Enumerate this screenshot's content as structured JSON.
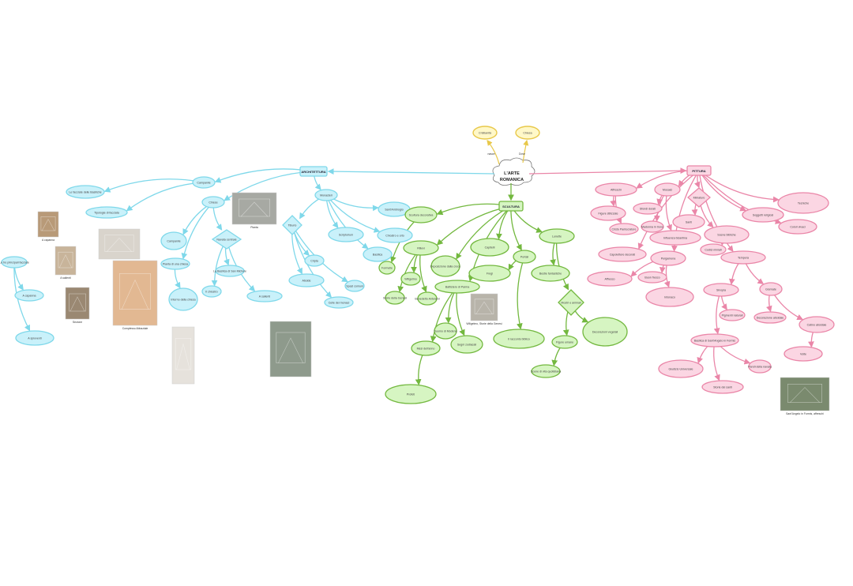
{
  "title_lines": [
    "L'ARTE",
    "ROMANICA"
  ],
  "yellow": {
    "left": {
      "label": "Cristianità",
      "edge": "nasce"
    },
    "right": {
      "label": "Chiesa",
      "edge": "Dove"
    }
  },
  "architecture": {
    "hub": "ARCHITETTURA",
    "nodes": [
      "Campanile",
      "Chiese",
      "Monasteri",
      "Le facciate delle Basiliche",
      "Tipologie di facciata",
      "Le tre principali facciate",
      "Campanile",
      "Pianta di una chiesa",
      "Navata centrale",
      "La Basilica di San Michele",
      "Il chiostro",
      "A salienti",
      "A capanna",
      "A spioventi",
      "Interno della chiesa",
      "Tiburio",
      "Cripta",
      "Abside",
      "Spazi comuni",
      "Celle dei monaci",
      "Scriptorium",
      "Chiostro e orto",
      "Basilica",
      "Sant'Ambrogio"
    ],
    "captions": [
      "A capanna",
      "A salienti",
      "Basilica",
      "Sezione",
      "Pianta",
      "Complesso Abbaziale"
    ]
  },
  "sculpture": {
    "hub": "SCULTURA",
    "nodes": [
      "Scultura decorativa",
      "Rilievi",
      "Capitelli",
      "Portali",
      "Lunette",
      "Formelle",
      "Wiligelmo",
      "Storie della Genesi",
      "Benedetto Antelami",
      "Deposizione dalla croce",
      "Battistero di Parma",
      "Duomo di Modena",
      "Mesi dell'anno",
      "Segni zodiacali",
      "Profeti",
      "Fregi",
      "Il racconto biblico",
      "Bestie fantastiche",
      "Mostri e animali",
      "Figure umane",
      "Decorazioni vegetali",
      "Scene di vita quotidiana"
    ],
    "captions": [
      "Wiligelmo, Storie della Genesi"
    ]
  },
  "painting": {
    "hub": "PITTURA",
    "nodes": [
      "Affreschi",
      "Mosaici",
      "Miniature",
      "Tecniche",
      "Soggetti religiosi",
      "Colori vivaci",
      "Figure stilizzate",
      "Sfondi dorati",
      "Cristo Pantocratore",
      "Madonna in trono",
      "Santi",
      "Scene bibliche",
      "Influenza bizantina",
      "Codici miniati",
      "Capolettere decorati",
      "Pergamena",
      "Tempera",
      "Affresco",
      "Buon fresco",
      "Intonaco",
      "Sinopia",
      "Giornate",
      "Pigmenti naturali",
      "Decorazione absidale",
      "Catino absidale",
      "Basilica di Sant'Angelo in Formis",
      "Giudizio Universale",
      "Storie dei santi",
      "Pareti della navata",
      "Volte"
    ],
    "captions": [
      "Sant'Angelo in Formis, affreschi"
    ]
  }
}
